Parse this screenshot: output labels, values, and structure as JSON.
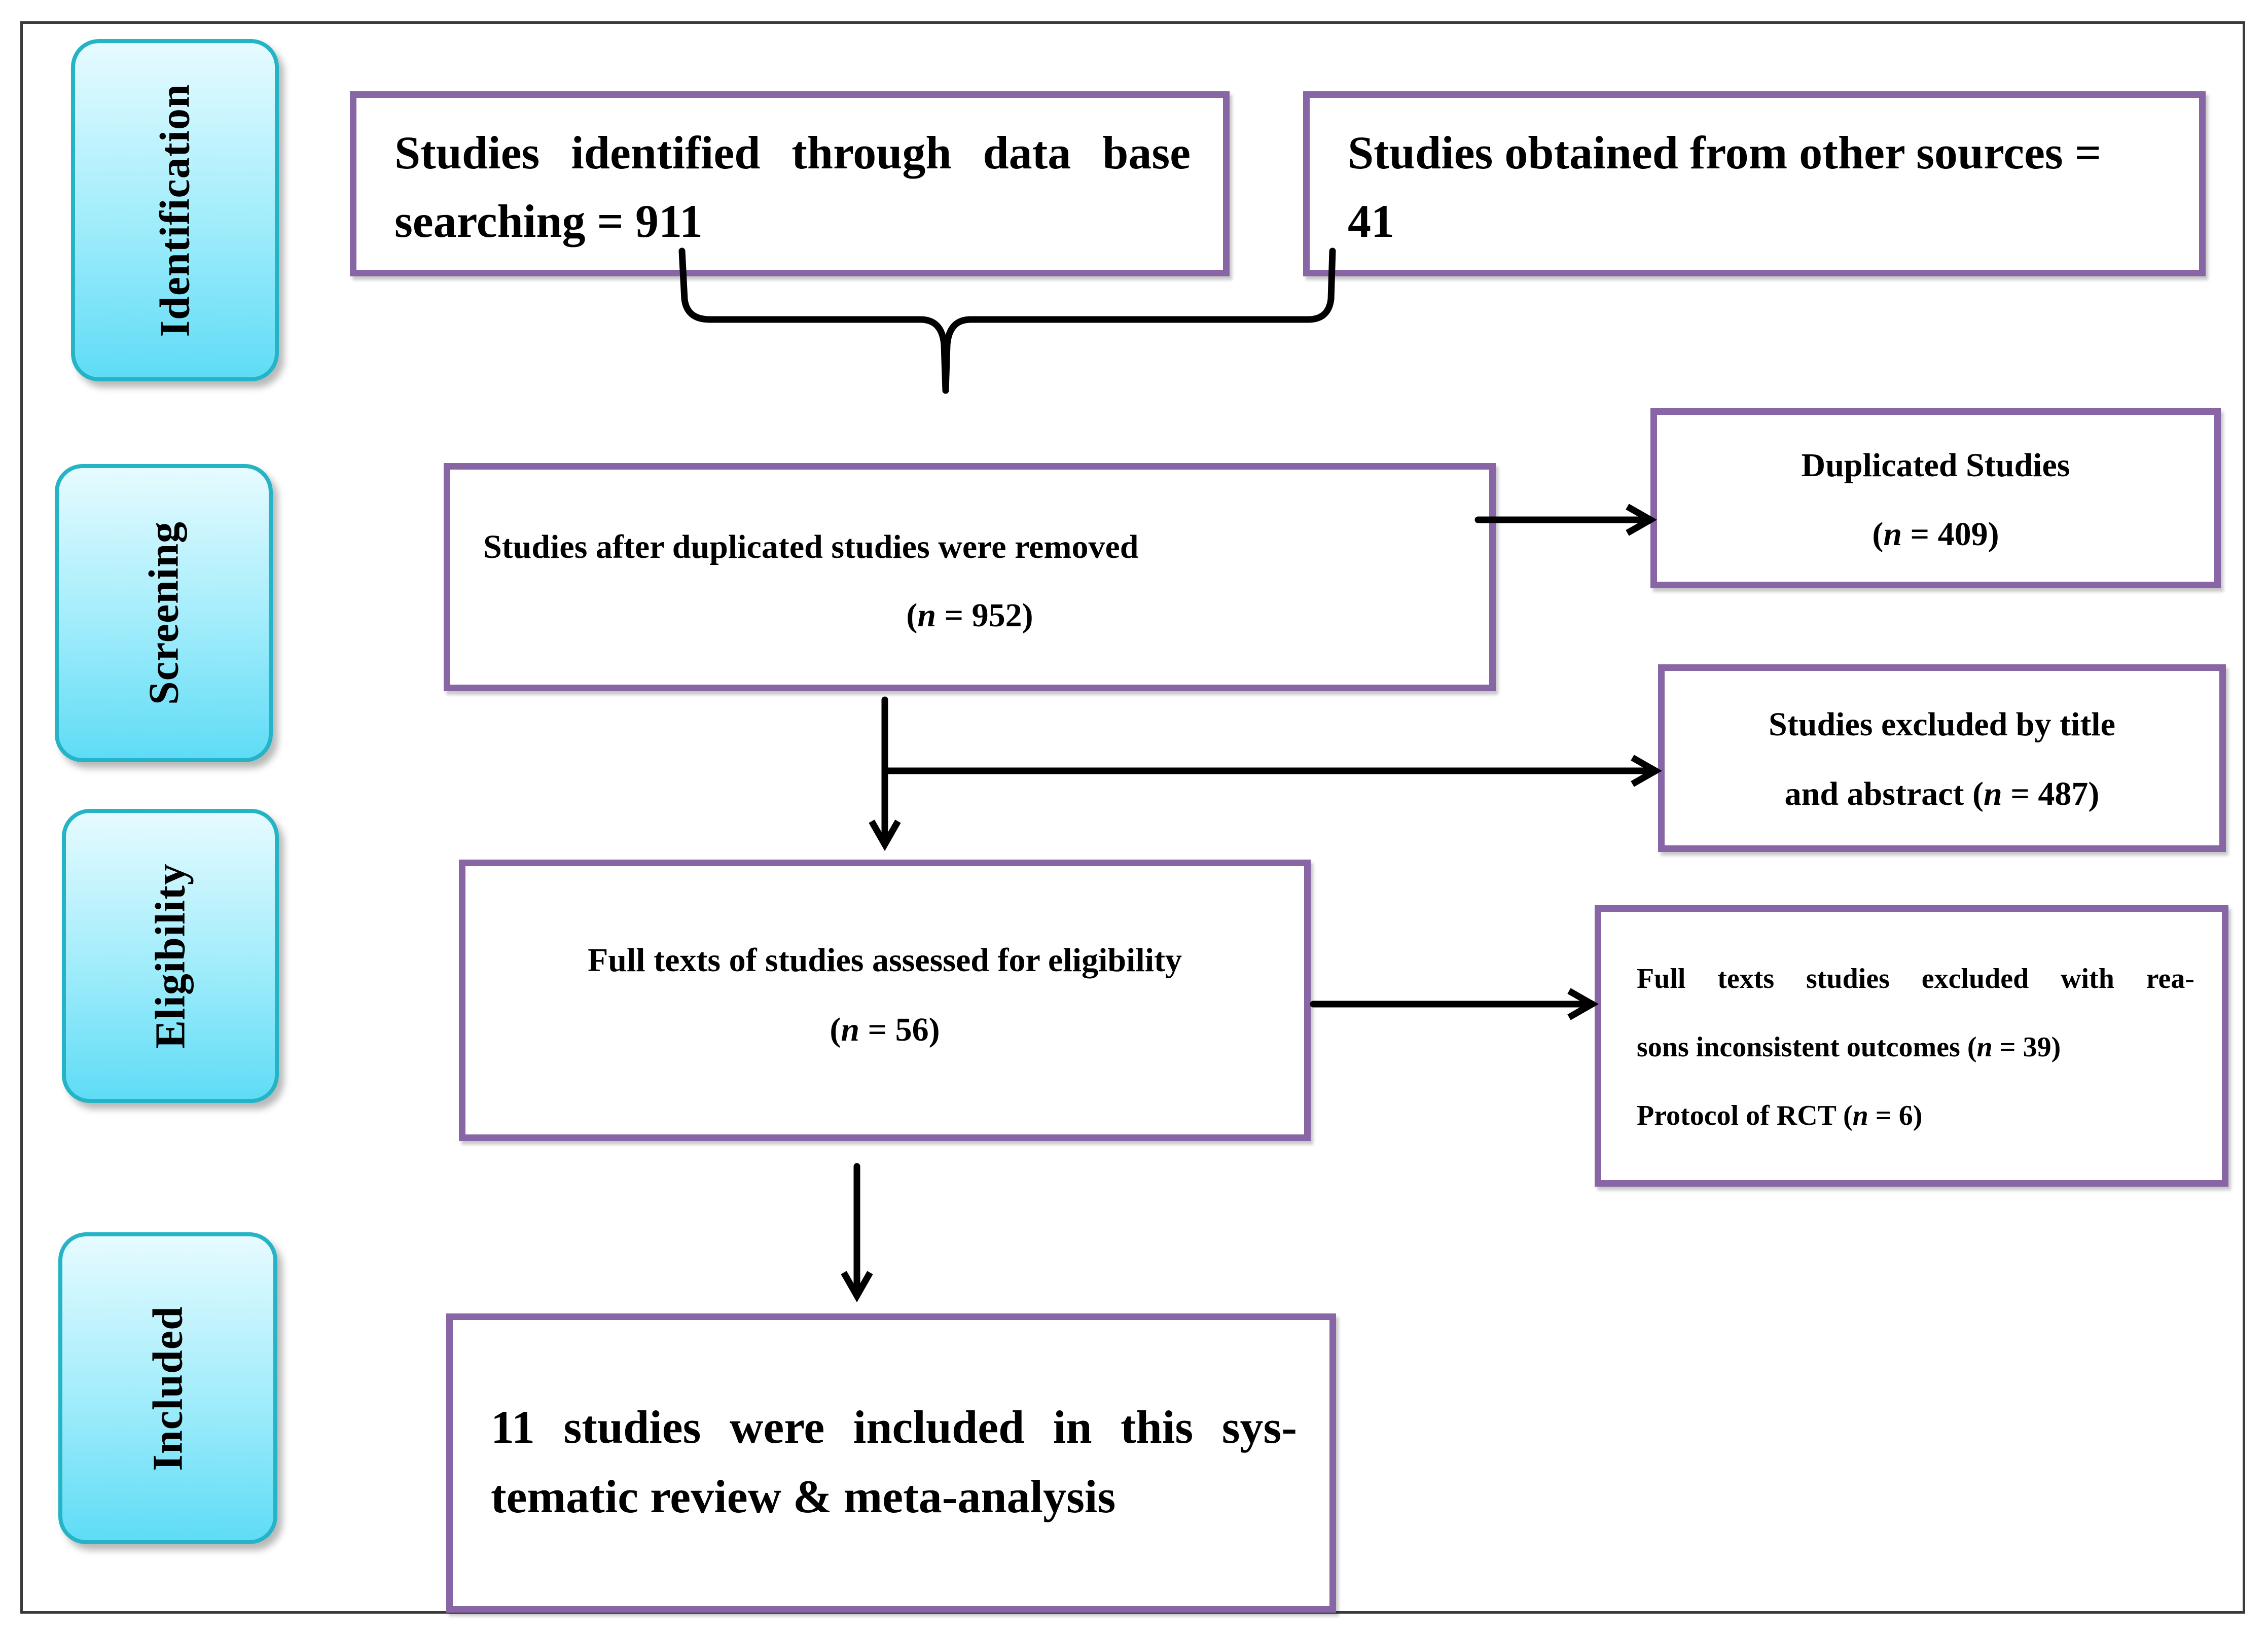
{
  "phases": {
    "identification": "Identification",
    "screening": "Screening",
    "eligibility": "Eligibility",
    "included": "Included"
  },
  "identification": {
    "database_line1": "Studies identified through data base",
    "database_line2": "searching = 911",
    "other_line1": "Studies obtained from other sources =",
    "other_line2": "41"
  },
  "screening": {
    "after_duplicates": "Studies after duplicated studies were removed",
    "after_duplicates_n": "952",
    "duplicated_title": "Duplicated Studies",
    "duplicated_n": "409",
    "excluded_line1": "Studies excluded by title",
    "excluded_line2": "and abstract",
    "excluded_n": "487"
  },
  "eligibility": {
    "full_texts": "Full texts of studies assessed for eligibility",
    "full_texts_n": "56",
    "excluded_line1": "Full texts studies excluded with rea-",
    "excluded_line2": "sons inconsistent outcomes",
    "excluded_n1": "39",
    "excluded_line3": "Protocol of RCT",
    "excluded_n2": "6"
  },
  "included": {
    "line1": "11 studies were included in this sys-",
    "line2": "tematic review & meta-analysis"
  },
  "n_symbol": "n",
  "colors": {
    "box_border": "#8866a6",
    "phase_border": "#25b4c6",
    "phase_fill": "#9fecfb"
  }
}
